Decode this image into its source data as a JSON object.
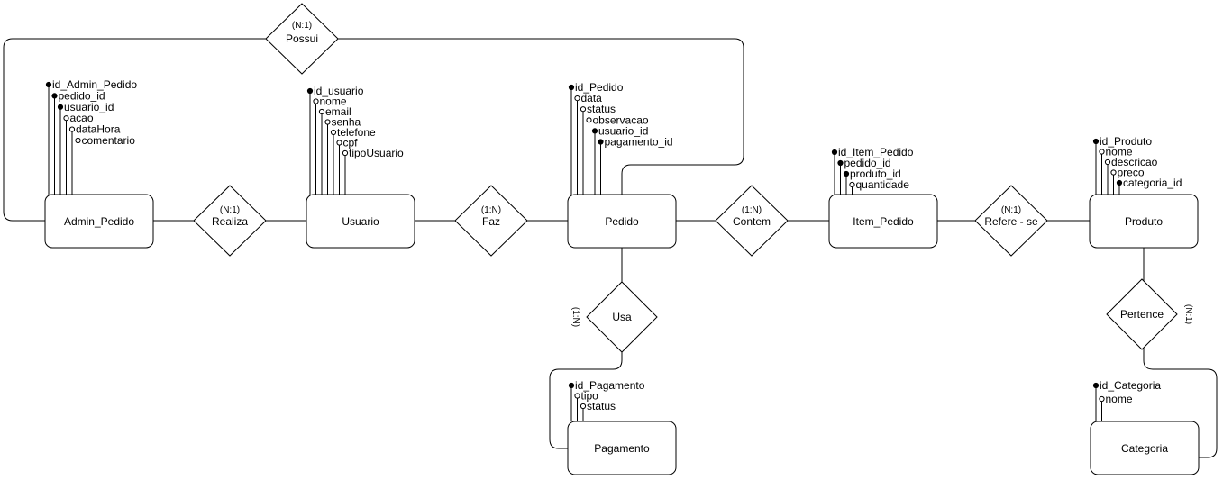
{
  "entities": {
    "admin_pedido": {
      "name": "Admin_Pedido",
      "attributes": [
        {
          "label": "id_Admin_Pedido",
          "key": true
        },
        {
          "label": "pedido_id",
          "key": true
        },
        {
          "label": "usuario_id",
          "key": true
        },
        {
          "label": "acao",
          "key": false
        },
        {
          "label": "dataHora",
          "key": false
        },
        {
          "label": "comentario",
          "key": false
        }
      ]
    },
    "usuario": {
      "name": "Usuario",
      "attributes": [
        {
          "label": "id_usuario",
          "key": true
        },
        {
          "label": "nome",
          "key": false
        },
        {
          "label": "email",
          "key": false
        },
        {
          "label": "senha",
          "key": false
        },
        {
          "label": "telefone",
          "key": false
        },
        {
          "label": "cpf",
          "key": false
        },
        {
          "label": "tipoUsuario",
          "key": false
        }
      ]
    },
    "pedido": {
      "name": "Pedido",
      "attributes": [
        {
          "label": "id_Pedido",
          "key": true
        },
        {
          "label": "data",
          "key": false
        },
        {
          "label": "status",
          "key": false
        },
        {
          "label": "observacao",
          "key": false
        },
        {
          "label": "usuario_id",
          "key": true
        },
        {
          "label": "pagamento_id",
          "key": true
        }
      ]
    },
    "item_pedido": {
      "name": "Item_Pedido",
      "attributes": [
        {
          "label": "id_Item_Pedido",
          "key": true
        },
        {
          "label": "pedido_id",
          "key": true
        },
        {
          "label": "produto_id",
          "key": true
        },
        {
          "label": "quantidade",
          "key": false
        }
      ]
    },
    "produto": {
      "name": "Produto",
      "attributes": [
        {
          "label": "id_Produto",
          "key": true
        },
        {
          "label": "nome",
          "key": false
        },
        {
          "label": "descricao",
          "key": false
        },
        {
          "label": "preco",
          "key": false
        },
        {
          "label": "categoria_id",
          "key": true
        }
      ]
    },
    "pagamento": {
      "name": "Pagamento",
      "attributes": [
        {
          "label": "id_Pagamento",
          "key": true
        },
        {
          "label": "tipo",
          "key": false
        },
        {
          "label": "status",
          "key": false
        }
      ]
    },
    "categoria": {
      "name": "Categoria",
      "attributes": [
        {
          "label": "id_Categoria",
          "key": true
        },
        {
          "label": "nome",
          "key": false
        }
      ]
    }
  },
  "relationships": {
    "possui": {
      "name": "Possui",
      "cardinality": "(N:1)"
    },
    "realiza": {
      "name": "Realiza",
      "cardinality": "(N:1)"
    },
    "faz": {
      "name": "Faz",
      "cardinality": "(1:N)"
    },
    "contem": {
      "name": "Contem",
      "cardinality": "(1:N)"
    },
    "refere": {
      "name": "Refere - se",
      "cardinality": "(N:1)"
    },
    "usa": {
      "name": "Usa",
      "cardinality": "(1:N)"
    },
    "pertence": {
      "name": "Pertence",
      "cardinality": "(N:1)"
    }
  }
}
